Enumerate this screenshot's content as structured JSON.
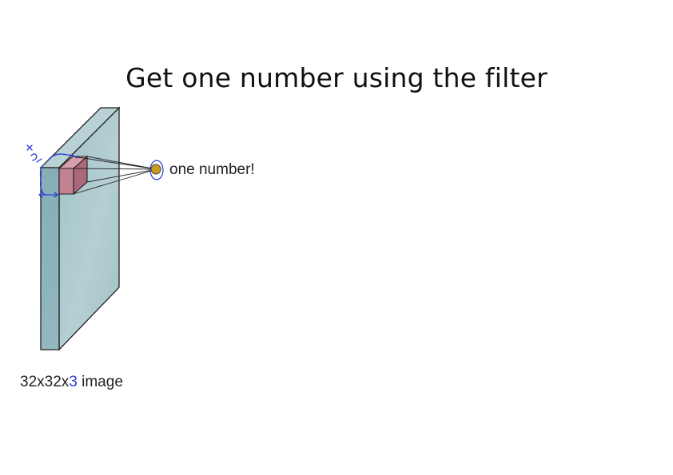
{
  "title": "Get one number using the filter",
  "output_label": "one number!",
  "image_caption": {
    "width_height": "32x32x",
    "depth": "3",
    "suffix": " image"
  },
  "colors": {
    "volume_front": "#8fb5bd",
    "volume_side": "#a9c6cc",
    "volume_top": "#b7d0d4",
    "filter_front": "#c07f8e",
    "filter_top": "#d8a2ad",
    "filter_side": "#a96677",
    "output_dot": "#c99a1c",
    "annotation": "#2c3cd8"
  },
  "icons": {
    "volume": "input-volume-icon",
    "filter": "filter-cube-icon",
    "output": "output-dot-icon"
  }
}
